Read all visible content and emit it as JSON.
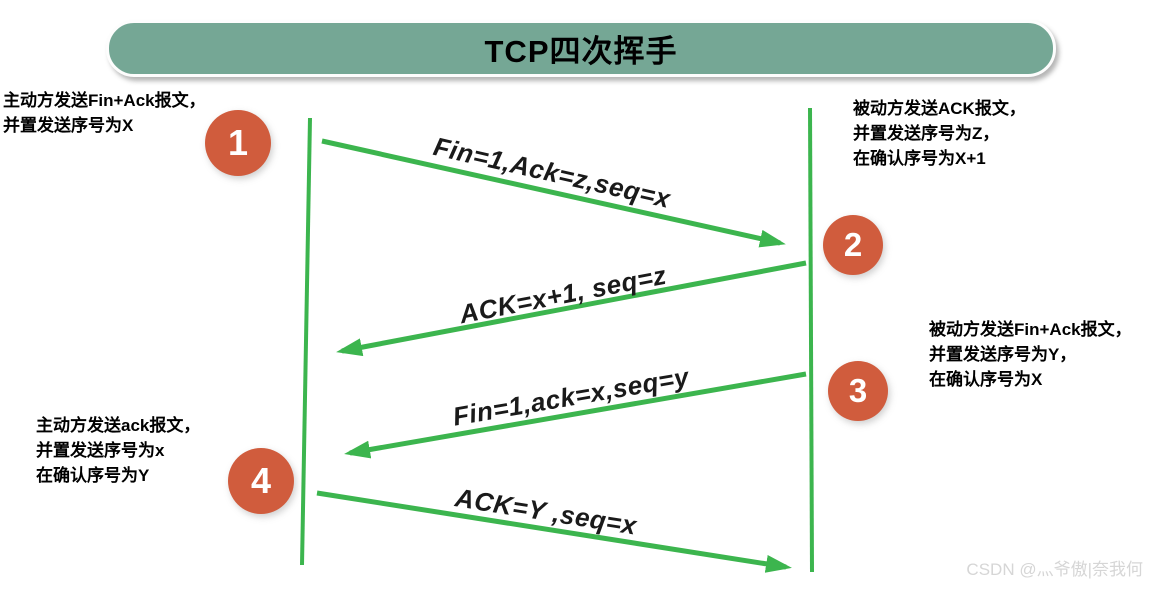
{
  "title": {
    "text": "TCP四次挥手"
  },
  "colors": {
    "banner": "#75a795",
    "line": "#3cb54e",
    "circle": "#d05c3d",
    "watermark": "#d6d6d6"
  },
  "timelines": {
    "left_role": "主动方",
    "right_role": "被动方"
  },
  "steps": [
    {
      "number": "1",
      "side": "left",
      "lines": [
        "主动方发送Fin+Ack报文，",
        "并置发送序号为X"
      ]
    },
    {
      "number": "2",
      "side": "right",
      "lines": [
        "被动方发送ACK报文，",
        "并置发送序号为Z，",
        "在确认序号为X+1"
      ]
    },
    {
      "number": "3",
      "side": "right",
      "lines": [
        "被动方发送Fin+Ack报文，",
        "并置发送序号为Y，",
        "在确认序号为X"
      ]
    },
    {
      "number": "4",
      "side": "left",
      "lines": [
        "主动方发送ack报文，",
        "并置发送序号为x",
        "在确认序号为Y"
      ]
    }
  ],
  "messages": [
    {
      "label": "Fin=1,Ack=z,seq=x",
      "direction": "active-to-passive"
    },
    {
      "label": "ACK=x+1, seq=z",
      "direction": "passive-to-active"
    },
    {
      "label": "Fin=1,ack=x,seq=y",
      "direction": "passive-to-active"
    },
    {
      "label": "ACK=Y ,seq=x",
      "direction": "active-to-passive"
    }
  ],
  "watermark": {
    "text": "CSDN @灬爷傲|奈我何"
  }
}
